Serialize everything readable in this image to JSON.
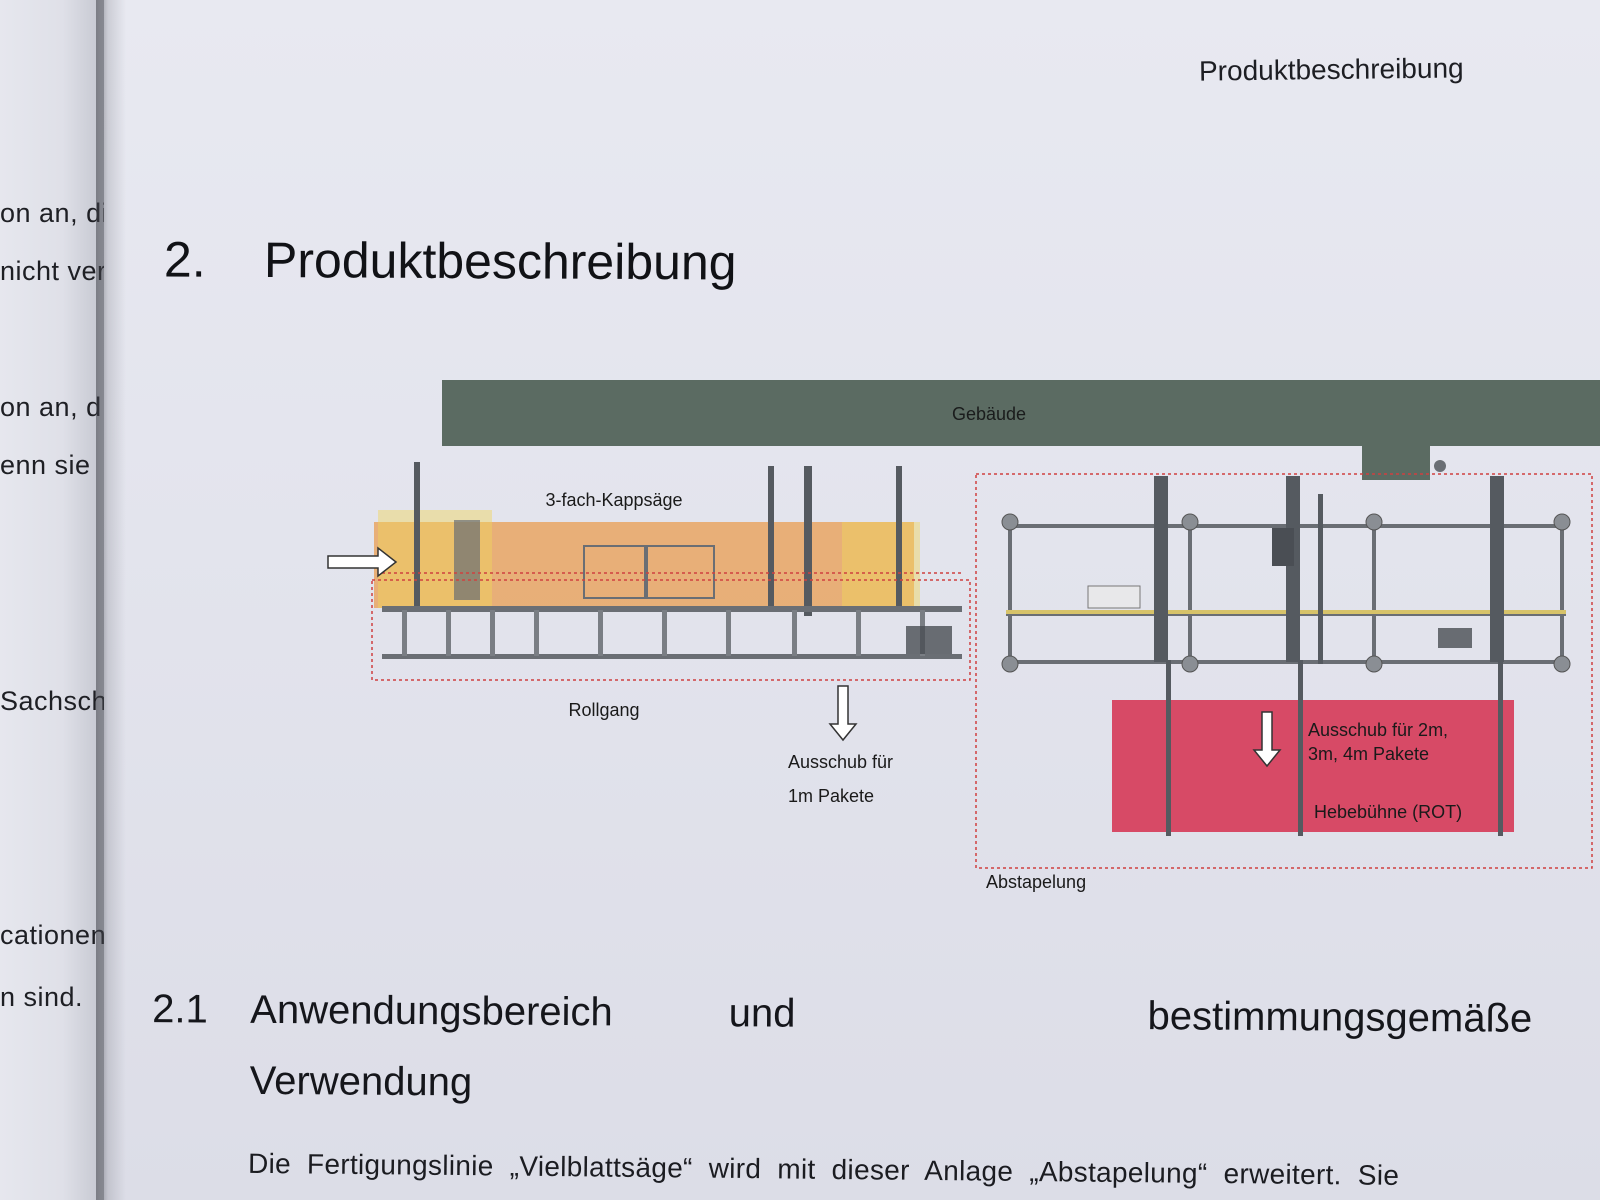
{
  "left_page": {
    "lines": [
      "on  an, die",
      "nicht verm",
      "on  an, d",
      "enn  sie",
      "Sachsch",
      "cationen",
      "n sind."
    ]
  },
  "header": {
    "running_title": "Produktbeschreibung"
  },
  "chapter": {
    "number": "2.",
    "title": "Produktbeschreibung"
  },
  "figure": {
    "labels": {
      "building": "Gebäude",
      "saw": "3-fach-Kappsäge",
      "roller": "Rollgang",
      "eject_1m_line1": "Ausschub für",
      "eject_1m_line2": "1m Pakete",
      "eject_big_line1": "Ausschub  für  2m,",
      "eject_big_line2": "3m, 4m Pakete",
      "lift": "Hebebühne (ROT)",
      "stacking": "Abstapelung"
    },
    "colors": {
      "building": "#5b6b62",
      "saw_zone": "#e8a96a",
      "lift_zone": "#d63d5a",
      "dotted_frame": "#d04040"
    }
  },
  "section": {
    "number": "2.1",
    "word1": "Anwendungsbereich",
    "word2": "und",
    "word3": "bestimmungsgemäße",
    "line2": "Verwendung"
  },
  "body": {
    "text": "Die Fertigungslinie „Vielblattsäge“ wird mit dieser Anlage „Abstapelung“ erweitert. Sie"
  }
}
